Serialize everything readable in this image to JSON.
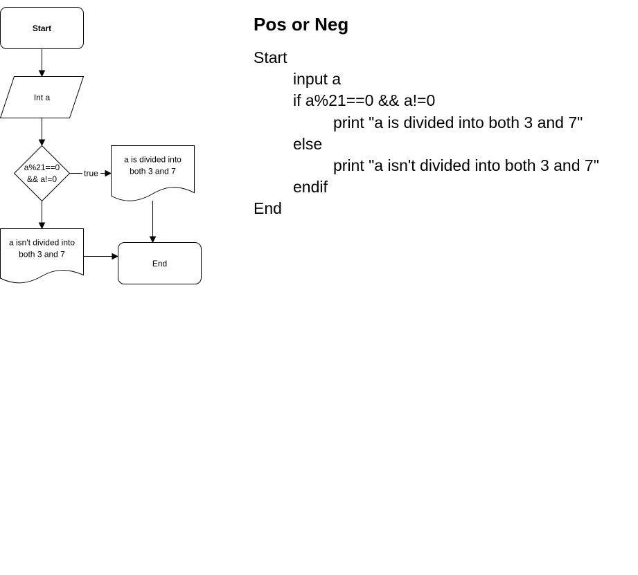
{
  "flowchart": {
    "start_label": "Start",
    "input_label": "Int a",
    "decision_lines": [
      "a%21==0",
      "&& a!=0"
    ],
    "true_label": "true",
    "true_output_lines": [
      "a is divided into",
      "both 3 and 7"
    ],
    "false_output_lines": [
      "a isn't divided into",
      "both 3 and 7"
    ],
    "end_label": "End"
  },
  "pseudocode": {
    "title": "Pos or Neg",
    "lines": [
      {
        "text": "Start",
        "indent": 0
      },
      {
        "text": "input a",
        "indent": 1
      },
      {
        "text": "if a%21==0 && a!=0",
        "indent": 1
      },
      {
        "text": "print \"a is divided into both 3 and 7\"",
        "indent": 2
      },
      {
        "text": "else",
        "indent": 1
      },
      {
        "text": "print \"a isn't divided into both 3 and 7\"",
        "indent": 2
      },
      {
        "text": "endif",
        "indent": 1
      },
      {
        "text": "End",
        "indent": 0
      }
    ]
  },
  "colors": {
    "stroke": "#000000",
    "fill": "#ffffff"
  }
}
